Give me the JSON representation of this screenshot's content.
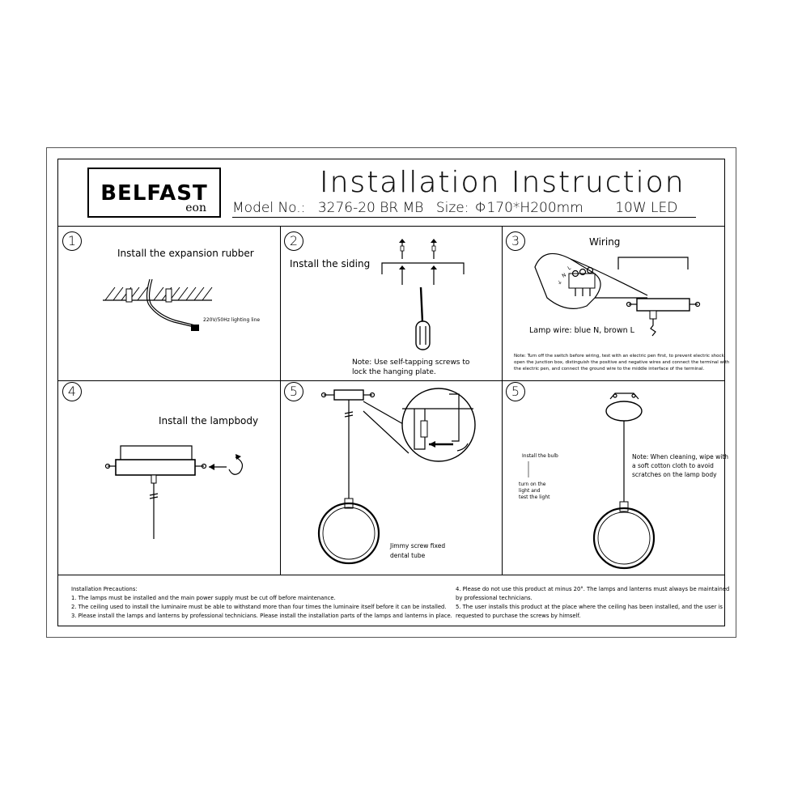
{
  "header": {
    "logo_name": "BELFAST",
    "logo_sub": "eon",
    "title": "Installation Instruction",
    "model_label": "Model No.:",
    "model_value": "3276-20  BR MB",
    "size_label": "Size:",
    "size_value": "Φ170*H200mm",
    "power": "10W LED"
  },
  "steps": [
    {
      "number": "1",
      "title": "Install the expansion rubber",
      "note": "220V/50Hz lighting line"
    },
    {
      "number": "2",
      "title": "Install the siding",
      "note_line1": "Note: Use self-tapping screws to",
      "note_line2": "lock the hanging plate."
    },
    {
      "number": "3",
      "title": "Wiring",
      "lamp_wire": "Lamp wire: blue N, brown L",
      "terminal_labels": [
        "L",
        "N",
        "⏚"
      ],
      "note_line1": "Note: Turn off the switch before wiring, test with an electric pen first, to prevent electric shock,",
      "note_line2": "open the junction box, distinguish the positive and negative wires and connect the terminal with",
      "note_line3": "the electric pen, and connect the ground wire to the middle interface of the terminal."
    },
    {
      "number": "4",
      "title": "Install the lampbody"
    },
    {
      "number": "5",
      "note_line1": "Jimmy screw fixed",
      "note_line2": "dental tube"
    },
    {
      "number": "5",
      "bulb": "Install the bulb",
      "turn_line1": "turn on the",
      "turn_line2": "light and",
      "turn_line3": "test the light",
      "note_line1": "Note: When cleaning, wipe with",
      "note_line2": "a soft cotton cloth to avoid",
      "note_line3": "scratches on the lamp body"
    }
  ],
  "precautions": {
    "heading": "Installation Precautions:",
    "items": [
      "1. The lamps must be installed and the main power supply must be cut off before maintenance.",
      "2. The ceiling used to install the luminaire must be able to withstand more than four times the luminaire itself before it can be installed.",
      "3. Please install the lamps and lanterns by professional technicians. Please install the installation parts of the lamps and lanterns in place.",
      "4. Please do not use this product at minus 20°. The lamps and lanterns must always be maintained",
      "by professional technicians.",
      "5. The user installs this product at the place where the ceiling has been installed, and the user is",
      "requested to purchase the screws by himself."
    ]
  }
}
